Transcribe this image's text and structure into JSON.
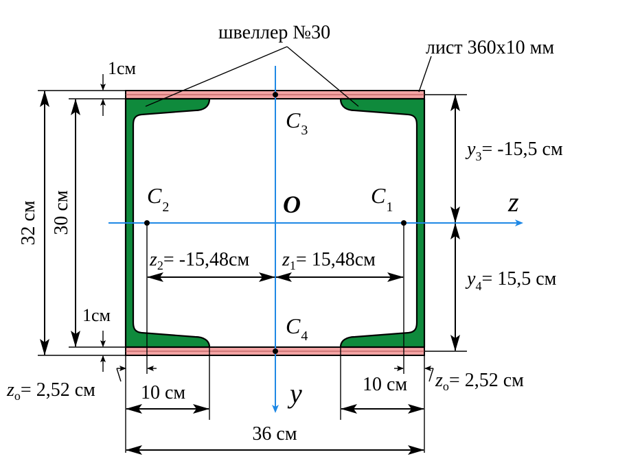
{
  "labels": {
    "channel_title": "швеллер №30",
    "sheet_title": "лист 360x10 мм",
    "top_thickness": "1см",
    "bottom_thickness": "1см",
    "height_32": "32 см",
    "height_30": "30 см",
    "c3": "C",
    "c3_sub": "3",
    "c4": "C",
    "c4_sub": "4",
    "c1": "C",
    "c1_sub": "1",
    "c2": "C",
    "c2_sub": "2",
    "origin": "O",
    "z_axis": "z",
    "y_axis": "y",
    "y3_var": "y",
    "y3_sub": "3",
    "y3_value": "= -15,5 см",
    "y4_var": "y",
    "y4_sub": "4",
    "y4_value": "= 15,5 см",
    "z2_var": "z",
    "z2_sub": "2",
    "z2_value": "= -15,48см",
    "z1_var": "z",
    "z1_sub": "1",
    "z1_value": "= 15,48см",
    "z0_left_var": "z",
    "z0_left_sub": "o",
    "z0_left_value": "= 2,52 см",
    "z0_right_var": "z",
    "z0_right_sub": "o",
    "z0_right_value": "= 2,52 см",
    "flange_left": "10 см",
    "flange_right": "10 см",
    "width_36": "36 см"
  },
  "colors": {
    "channel_fill": "#0f8a3c",
    "sheet_fill": "#f3a3a3",
    "axis": "#1e88e5"
  }
}
